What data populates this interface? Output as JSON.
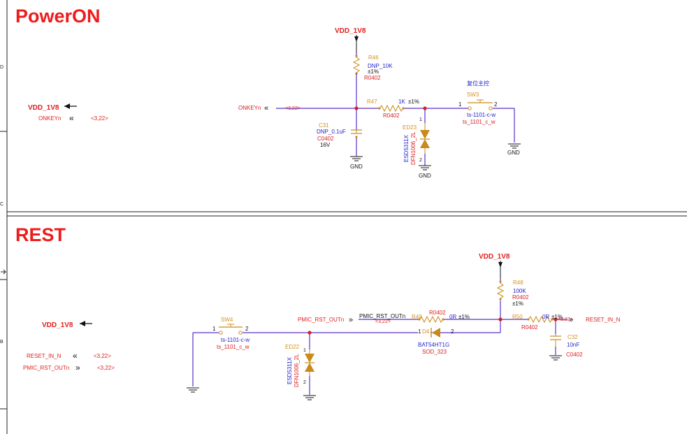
{
  "colors": {
    "wire": "#5a2ec8",
    "net_label": "#e0201e",
    "ref": "#d8901c",
    "value": "#1f1fd0",
    "footprint": "#d81e1e",
    "symbol": "#c88a1a",
    "black": "#111111",
    "title": "#ee1c1c"
  },
  "border_letters": [
    "D",
    "C",
    "B"
  ],
  "power_on": {
    "title": "PowerON",
    "vdd_top": "VDD_1V8",
    "vdd_left": "VDD_1V8",
    "onkey_left": "ONKEYn",
    "onkey_left_ref": "<3,22>",
    "onkey_net": "ONKEYn",
    "onkey_net_ref": "<3,22>",
    "r46": {
      "ref": "R46",
      "value": "DNP_10K",
      "tol": "±1%",
      "fp": "R0402"
    },
    "r47": {
      "ref": "R47",
      "value": "1K",
      "tol": "±1%",
      "fp": "R0402"
    },
    "c31": {
      "ref": "C31",
      "value": "DNP_0.1uF",
      "fp": "C0402",
      "volt": "16V"
    },
    "ed23": {
      "ref": "ED23",
      "part": "ESD5311X",
      "fp": "DFN1006_2L",
      "pin1": "1",
      "pin2": "2"
    },
    "sw3": {
      "caption": "复位主控",
      "ref": "SW3",
      "part": "ts-1101-c-w",
      "fp": "ts_1101_c_w",
      "pin1": "1",
      "pin2": "2"
    },
    "gnd_c31": "GND",
    "gnd_ed23": "GND",
    "gnd_sw3": "GND"
  },
  "reset": {
    "title": "REST",
    "vdd_top": "VDD_1V8",
    "vdd_left": "VDD_1V8",
    "reset_in_left": "RESET_IN_N",
    "reset_in_left_ref": "<3,22>",
    "pmic_left": "PMIC_RST_OUTn",
    "pmic_left_ref": "<3,22>",
    "pmic_net": "PMIC_RST_OUTn",
    "pmic_wire_label": "PMIC_RST_OUTn",
    "pmic_wire_ref": "<3,22>",
    "reset_net": "RESET_IN_N",
    "reset_net_ref": "<3,22>",
    "sw4": {
      "ref": "SW4",
      "part": "ts-1101-c-w",
      "fp": "ts_1101_c_w",
      "pin1": "1",
      "pin2": "2"
    },
    "ed22": {
      "ref": "ED22",
      "part": "ESD5311X",
      "fp": "DFN1006_2L",
      "pin1": "1",
      "pin2": "2"
    },
    "r49": {
      "ref": "R49",
      "value": "0R",
      "tol": "±1%",
      "fp": "R0402"
    },
    "d4": {
      "ref": "D4",
      "part": "BAT54HT1G",
      "fp": "SOD_323",
      "pin1": "1",
      "pin2": "2"
    },
    "r48": {
      "ref": "R48",
      "value": "100K",
      "fp": "R0402",
      "tol": "±1%"
    },
    "r50": {
      "ref": "R50",
      "value": "0R",
      "tol": "±1%",
      "fp": "R0402"
    },
    "c32": {
      "ref": "C32",
      "value": "10nF",
      "fp": "C0402"
    }
  }
}
